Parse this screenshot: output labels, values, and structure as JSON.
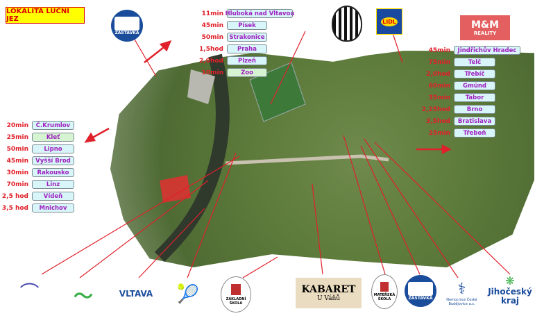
{
  "title": "LOKALITA LUČNÍ JEZ",
  "top_list": [
    {
      "time": "11min",
      "place": "Hluboká nad Vltavou"
    },
    {
      "time": "45min",
      "place": "Písek"
    },
    {
      "time": "50min",
      "place": "Strakonice"
    },
    {
      "time": "1,5hod",
      "place": "Praha"
    },
    {
      "time": "2,0hod",
      "place": "Plzeň"
    },
    {
      "time": "10min",
      "place": "Zoo"
    }
  ],
  "right_list": [
    {
      "time": "45min",
      "place": "Jindřichův Hradec"
    },
    {
      "time": "75min",
      "place": "Telč"
    },
    {
      "time": "2,0hod",
      "place": "Třebíč"
    },
    {
      "time": "60min",
      "place": "Gmünd"
    },
    {
      "time": "35min",
      "place": "Tábor"
    },
    {
      "time": "2,25hod",
      "place": "Brno"
    },
    {
      "time": "3,5hod",
      "place": "Bratislava"
    },
    {
      "time": "25min",
      "place": "Třeboň"
    }
  ],
  "left_list": [
    {
      "time": "20min",
      "place": "Č.Krumlov"
    },
    {
      "time": "25min",
      "place": "Kleť"
    },
    {
      "time": "50min",
      "place": "Lipno"
    },
    {
      "time": "45min",
      "place": "Vyšší Brod"
    },
    {
      "time": "30min",
      "place": "Rakousko"
    },
    {
      "time": "70min",
      "place": "Linz"
    },
    {
      "time": "2,5 hod",
      "place": "Vídeň"
    },
    {
      "time": "3,5 hod",
      "place": "Mnichov"
    }
  ],
  "logos": {
    "bus_stop": "ZASTÁVKA",
    "lidl": "LIDL",
    "mm": "M&M",
    "mm_sub": "REALITY",
    "vltava": "VLTAVA",
    "school": "ZÁKLADNÍ ŠKOLA",
    "kabaret": "KABARET",
    "kabaret_sub": "U Váňů",
    "kindergarten": "MATEŘSKÁ ŠKOLA",
    "hospital": "Nemocnice České Budějovice a.s.",
    "region": "Jihočeský kraj"
  },
  "colors": {
    "accent": "#e0202a",
    "label_text": "#a020c0",
    "label_bg": "#d8f6fa",
    "zoo_bg": "#d6f3d2"
  }
}
